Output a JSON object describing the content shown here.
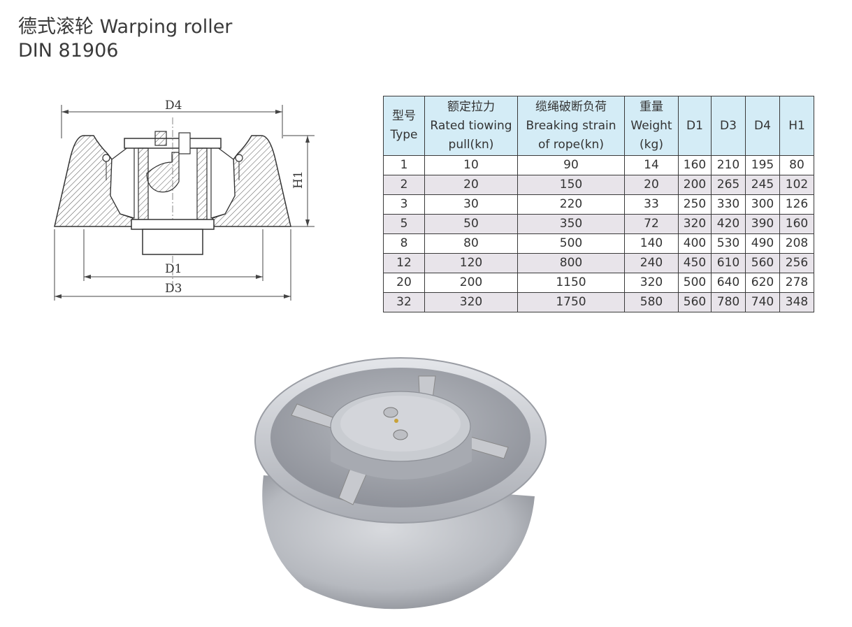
{
  "title": {
    "line1": "德式滚轮 Warping roller",
    "line2": "DIN 81906"
  },
  "drawing": {
    "labels": {
      "d4": "D4",
      "d1": "D1",
      "d3": "D3",
      "h1": "H1"
    }
  },
  "table": {
    "headers": {
      "type": [
        "型号",
        "Type"
      ],
      "pull": [
        "额定拉力",
        "Rated tiowing",
        "pull(kn)"
      ],
      "break": [
        "缆绳破断负荷",
        "Breaking strain",
        "of rope(kn)"
      ],
      "weight": [
        "重量",
        "Weight",
        "(kg)"
      ],
      "d1": "D1",
      "d3": "D3",
      "d4": "D4",
      "h1": "H1"
    },
    "rows": [
      [
        "1",
        "10",
        "90",
        "14",
        "160",
        "210",
        "195",
        "80"
      ],
      [
        "2",
        "20",
        "150",
        "20",
        "200",
        "265",
        "245",
        "102"
      ],
      [
        "3",
        "30",
        "220",
        "33",
        "250",
        "330",
        "300",
        "126"
      ],
      [
        "5",
        "50",
        "350",
        "72",
        "320",
        "420",
        "390",
        "160"
      ],
      [
        "8",
        "80",
        "500",
        "140",
        "400",
        "530",
        "490",
        "208"
      ],
      [
        "12",
        "120",
        "800",
        "240",
        "450",
        "610",
        "560",
        "256"
      ],
      [
        "20",
        "200",
        "1150",
        "320",
        "500",
        "640",
        "620",
        "278"
      ],
      [
        "32",
        "320",
        "1750",
        "580",
        "560",
        "780",
        "740",
        "348"
      ]
    ]
  },
  "colors": {
    "header_bg": "#d4ecf6",
    "alt_row_bg": "#e8e4ea",
    "roller_gray": "#c9cbd0"
  }
}
